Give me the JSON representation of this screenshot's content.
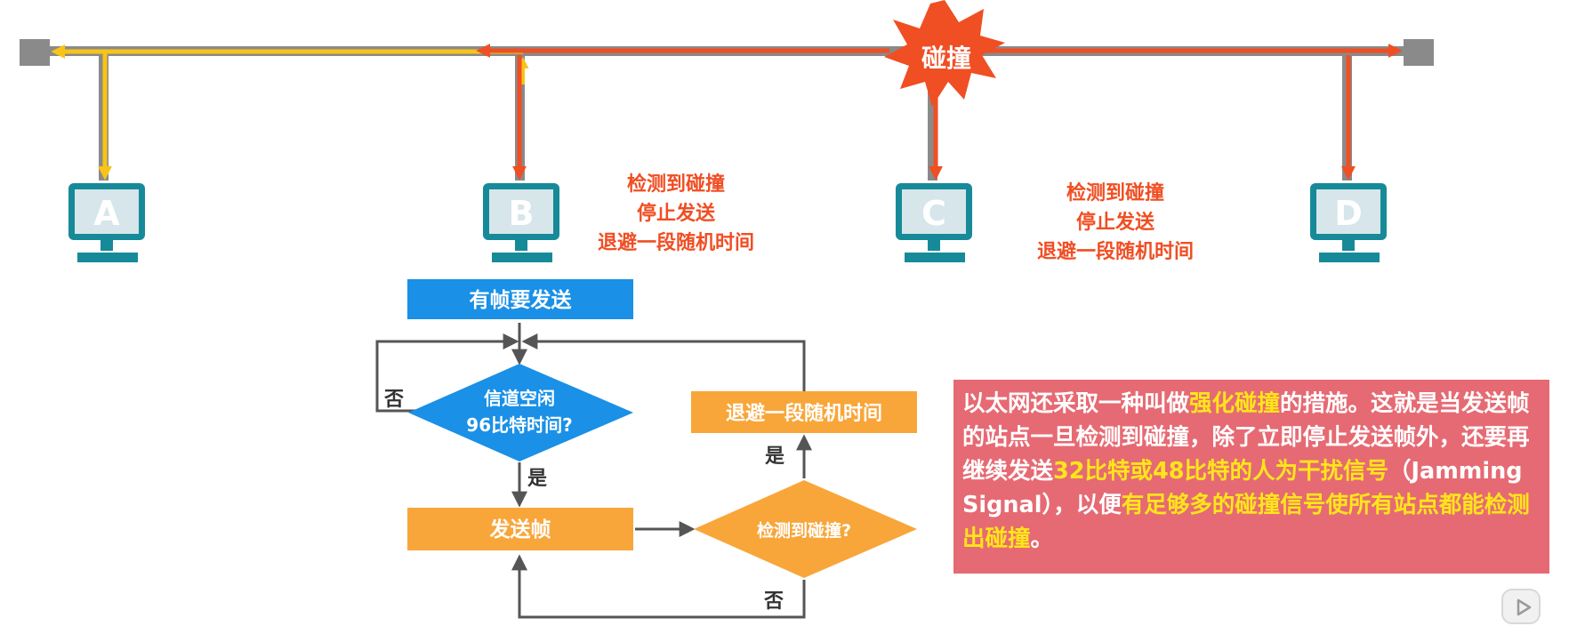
{
  "bus": {
    "collision_label": "碰撞"
  },
  "stations": [
    {
      "id": "A"
    },
    {
      "id": "B"
    },
    {
      "id": "C"
    },
    {
      "id": "D"
    }
  ],
  "station_b_note": [
    "检测到碰撞",
    "停止发送",
    "退避一段随机时间"
  ],
  "station_d_note": [
    "检测到碰撞",
    "停止发送",
    "退避一段随机时间"
  ],
  "flowchart": {
    "start": "有帧要发送",
    "check_idle": [
      "信道空闲",
      "96比特时间?"
    ],
    "send": "发送帧",
    "check_collision": "检测到碰撞?",
    "backoff": "退避一段随机时间",
    "no_1": "否",
    "yes_1": "是",
    "yes_2": "是",
    "no_2": "否"
  },
  "note": {
    "p1": "以太网还采取一种叫做",
    "p1_hl": "强化碰撞",
    "p2": "的措施。这就是当发送帧的站点一旦检测到碰撞，除了立即停止发送帧外，还要再继续发送",
    "p2_hl": "32比特或48比特的人为干扰信号",
    "p3": "（Jamming Signal），以便",
    "p3_hl": "有足够多的碰撞信号使所有站点都能检测出碰撞",
    "p4": "。"
  },
  "colors": {
    "gray": "#8a8a8a",
    "orange_red": "#f04e23",
    "yellow": "#f9c416",
    "monitor_teal": "#178a99",
    "flow_blue": "#1a90e6",
    "flow_orange": "#f8a63a",
    "note_bg": "#e66a73",
    "note_highlight": "#ffe51a"
  }
}
